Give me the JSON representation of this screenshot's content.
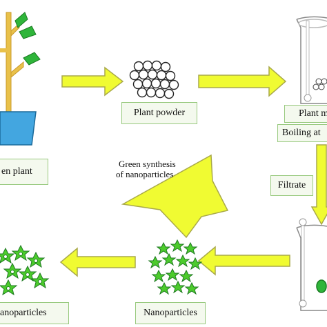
{
  "labels": {
    "green_plant": "en plant",
    "plant_powder": "Plant powder",
    "plant_extract": "Plant m",
    "boiling": "Boiling at",
    "filtrate": "Filtrate",
    "green_synthesis_line1": "Green synthesis",
    "green_synthesis_line2": "of nanoparticles",
    "nanoparticles": "Nanoparticles",
    "nanoparticles_left": "anoparticles"
  },
  "colors": {
    "arrow_fill": "#f0fb32",
    "arrow_stroke": "#a9a94a",
    "plant_stem": "#e9c14a",
    "leaf_green": "#2fb53a",
    "pot_blue": "#43a6e0",
    "star_green": "#4ccb2c",
    "star_dark": "#1f7a22",
    "label_bg": "#f4f9ee",
    "label_border": "#98c97e"
  }
}
